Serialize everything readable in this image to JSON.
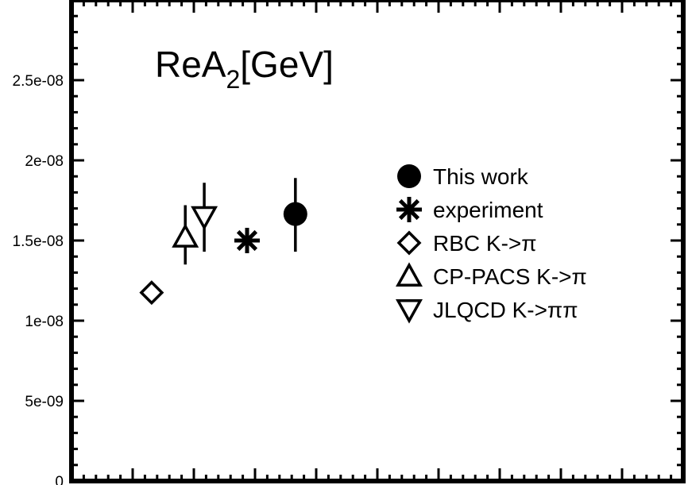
{
  "chart_data": {
    "type": "scatter",
    "title": {
      "base": "ReA",
      "sub": "2",
      "rest": "[GeV]"
    },
    "xlabel": "",
    "ylabel": "",
    "xlim": [
      0,
      10
    ],
    "ylim": [
      0,
      3e-08
    ],
    "y_ticks": [
      {
        "value": 0,
        "label": "0"
      },
      {
        "value": 5e-09,
        "label": "5e-09"
      },
      {
        "value": 1e-08,
        "label": "1e-08"
      },
      {
        "value": 1.5e-08,
        "label": "1.5e-08"
      },
      {
        "value": 2e-08,
        "label": "2e-08"
      },
      {
        "value": 2.5e-08,
        "label": "2.5e-08"
      }
    ],
    "grid": false,
    "legend_position": "right",
    "series": [
      {
        "name": "This work",
        "marker": "filled-circle",
        "x": 3.66,
        "y": 1.665e-08,
        "err_low": 1.43e-08,
        "err_high": 1.89e-08
      },
      {
        "name": "experiment",
        "marker": "asterisk",
        "x": 2.87,
        "y": 1.5e-08
      },
      {
        "name": "RBC K->π",
        "marker": "open-diamond",
        "x": 1.31,
        "y": 1.175e-08
      },
      {
        "name": "CP-PACS K->π",
        "marker": "open-triangle-up",
        "x": 1.86,
        "y": 1.52e-08,
        "err_low": 1.35e-08,
        "err_high": 1.72e-08
      },
      {
        "name": "JLQCD K->ππ",
        "marker": "open-triangle-down",
        "x": 2.17,
        "y": 1.65e-08,
        "err_low": 1.43e-08,
        "err_high": 1.86e-08
      }
    ]
  }
}
